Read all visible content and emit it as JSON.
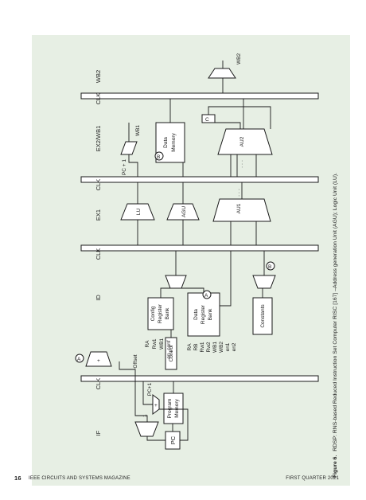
{
  "caption": {
    "label": "Figure 6.",
    "text": "RDSP: RNS-based Reduced Instruction Set Computer RISC [167] –Address generation Unit (AGU); Logic Unit (LU)."
  },
  "stages": {
    "if": "IF",
    "id": "ID",
    "ex1": "EX1",
    "ex2": "EX2/WB1",
    "wb2": "WB2"
  },
  "clk": "CLK",
  "blocks": {
    "pc": "PC",
    "program_memory": [
      "Program",
      "Memory"
    ],
    "control": "Control",
    "config_bank": [
      "Config",
      "Register",
      "Bank"
    ],
    "data_bank": [
      "Data",
      "Register",
      "Bank"
    ],
    "constants": "Constants",
    "data_memory": [
      "Data",
      "Memory"
    ],
    "lu": "LU",
    "agu": "AGU",
    "au1": "AU1",
    "au2": "AU2",
    "adder": "+",
    "reg_c": "C"
  },
  "labels": {
    "one": "1",
    "pc_plus_1": "PC+1",
    "pc_plus_1_ex2": "PC + 1",
    "offset": "Offset",
    "ra": "RA",
    "rb": "RB",
    "rw1": "Rw1",
    "rw2": "Rw2",
    "wb1": "WB1",
    "wb2": "WB2",
    "en_conf": "en_conf",
    "en1": "en1",
    "en2": "en2",
    "dots": "· · ·"
  },
  "markers": {
    "a": "A",
    "b": "B"
  },
  "footer": {
    "page": "16",
    "journal": "IEEE CIRCUITS AND SYSTEMS MAGAZINE",
    "issue": "FIRST QUARTER 2021"
  }
}
